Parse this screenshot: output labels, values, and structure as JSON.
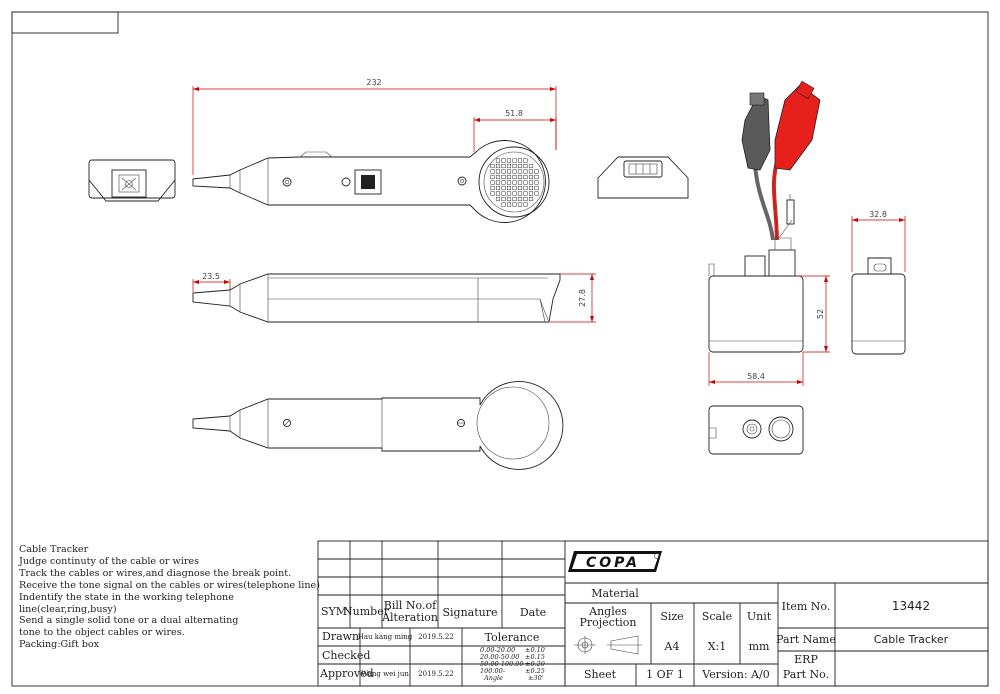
{
  "notes": [
    "Cable Tracker",
    "Judge continuty of the cable or wires",
    "Track the cables or wires,and diagnose the break point.",
    "Receive the tone signal on the cables or wires(telephone line)",
    "Indentify the state in the working telephone",
    "line(clear,ring,busy)",
    "Send a single solid tone or a dual alternating",
    "tone to the object cables or wires.",
    "Packing:Gift box"
  ],
  "dimensions": {
    "length_total": "232",
    "head_width": "51.8",
    "tip_length": "23.5",
    "body_height": "27.8",
    "box_height": "52",
    "box_width": "58.4",
    "box_depth": "32.8"
  },
  "title_block": {
    "headers": {
      "sym": "SYM",
      "number": "Number",
      "bill": [
        "Bill No.of",
        "Alteration"
      ],
      "signature": "Signature",
      "date": "Date"
    },
    "drawn_label": "Drawn",
    "drawn_name": "Hau kang ming",
    "drawn_date": "2019.5.22",
    "checked_label": "Checked",
    "approved_label": "Approved",
    "approved_name": "Wang wei jun",
    "approved_date": "2019.5.22",
    "tolerance_label": "Tolerance",
    "tolerance_rows": [
      [
        "0.00-20.00",
        "±0.10"
      ],
      [
        "20.00-50.00",
        "±0.15"
      ],
      [
        "50.00-100.00",
        "±0.20"
      ],
      [
        "100.00-",
        "±0.25"
      ],
      [
        "Angle",
        "±30'"
      ]
    ],
    "logo_text": "COPA",
    "material_label": "Material",
    "angles_label": [
      "Angles",
      "Projection"
    ],
    "size_label": "Size",
    "size_value": "A4",
    "scale_label": "Scale",
    "scale_value": "X:1",
    "unit_label": "Unit",
    "unit_value": "mm",
    "sheet_label": "Sheet",
    "sheet_value": "1 OF 1",
    "version_label": "Version: A/0",
    "item_no_label": "Item No.",
    "item_no_value": "13442",
    "part_name_label": "Part Name",
    "part_name_value": "Cable Tracker",
    "erp_label": [
      "ERP",
      "Part No."
    ]
  },
  "colors": {
    "line": "#222222",
    "dimension": "#cc0000",
    "red_clip": "#e8201c",
    "black_clip": "#555555"
  }
}
